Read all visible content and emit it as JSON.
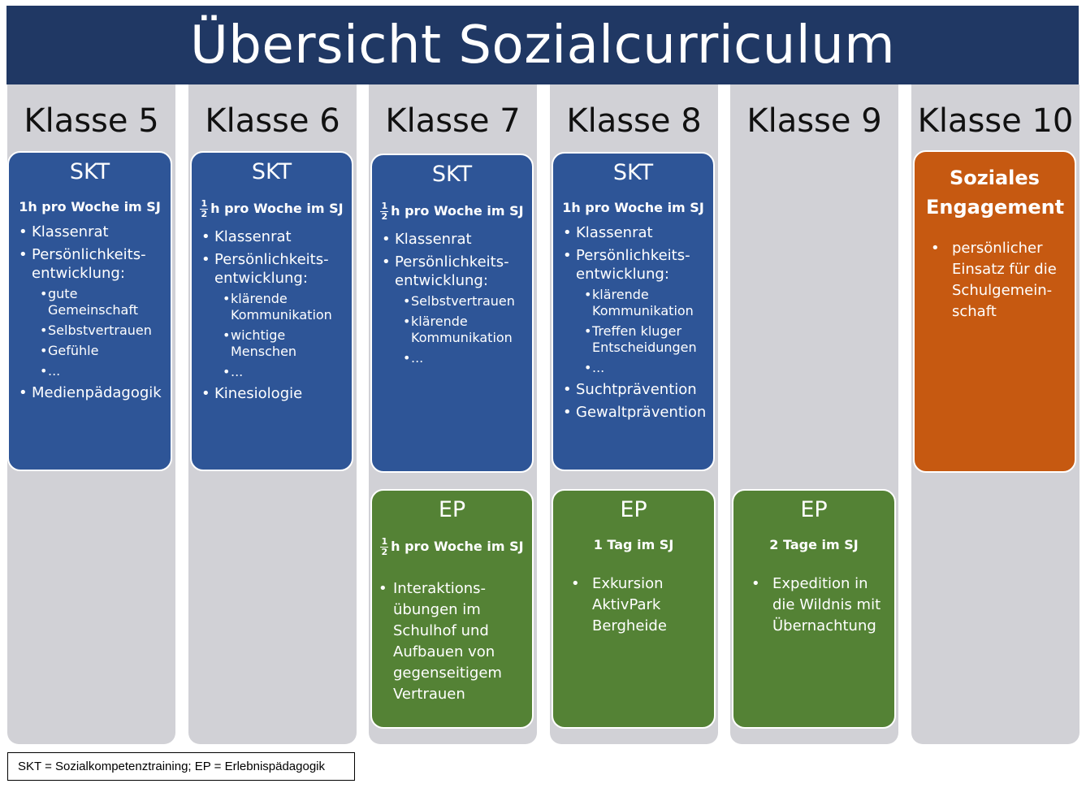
{
  "title": "Übersicht Sozialcurriculum",
  "legend": "SKT = Sozialkompetenztraining; EP = Erlebnispädagogik",
  "fraction": {
    "numerator": "1",
    "denominator": "2"
  },
  "columns": [
    {
      "heading": "Klasse 5",
      "skt": {
        "title": "SKT",
        "frequency": "1h pro Woche im SJ",
        "items": [
          "Klassenrat",
          "Persönlichkeits-entwicklung:",
          "Medienpädagogik"
        ],
        "subitems": [
          "gute Gemeinschaft",
          "Selbstvertrauen",
          "Gefühle",
          "..."
        ]
      }
    },
    {
      "heading": "Klasse 6",
      "skt": {
        "title": "SKT",
        "frequency": "h pro Woche im SJ",
        "items": [
          "Klassenrat",
          "Persönlichkeits-entwicklung:",
          "Kinesiologie"
        ],
        "subitems": [
          "klärende Kommunikation",
          "wichtige Menschen",
          "..."
        ]
      }
    },
    {
      "heading": "Klasse 7",
      "skt": {
        "title": "SKT",
        "frequency": "h pro Woche im SJ",
        "items": [
          "Klassenrat",
          "Persönlichkeits-entwicklung:"
        ],
        "subitems": [
          "Selbstvertrauen",
          "klärende Kommunikation",
          "..."
        ]
      },
      "ep": {
        "title": "EP",
        "frequency": "h pro Woche im SJ",
        "items": [
          "Interaktions-übungen im Schulhof und Aufbauen von gegenseitigem Vertrauen"
        ]
      }
    },
    {
      "heading": "Klasse 8",
      "skt": {
        "title": "SKT",
        "frequency": "1h pro Woche im SJ",
        "items": [
          "Klassenrat",
          "Persönlichkeits-entwicklung:",
          "Suchtprävention",
          "Gewaltprävention"
        ],
        "subitems": [
          "klärende Kommunikation",
          "Treffen kluger Entscheidungen",
          "..."
        ]
      },
      "ep": {
        "title": "EP",
        "frequency": "1 Tag im SJ",
        "items": [
          "Exkursion AktivPark Bergheide"
        ]
      }
    },
    {
      "heading": "Klasse 9",
      "ep": {
        "title": "EP",
        "frequency": "2 Tage im SJ",
        "items": [
          "Expedition in die Wildnis mit Übernachtung"
        ]
      }
    },
    {
      "heading": "Klasse 10",
      "engagement": {
        "title": "Soziales Engagement",
        "items": [
          "persönlicher Einsatz für die Schulgemein-schaft"
        ]
      }
    }
  ],
  "colors": {
    "banner": "#203864",
    "column_bg": "#d1d1d6",
    "skt": "#2e5597",
    "ep": "#548235",
    "engagement": "#c65911"
  }
}
